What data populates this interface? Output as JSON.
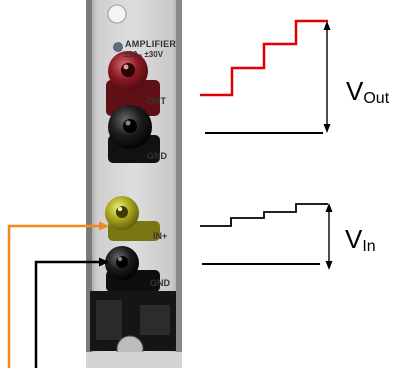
{
  "panel": {
    "title": "AMPLIFIER",
    "range": "±10 - ±30V",
    "terminals": [
      {
        "label": "OUT",
        "color": "#8b1a22"
      },
      {
        "label": "GND",
        "color": "#161616"
      },
      {
        "label": "IN+",
        "color": "#a9a51f"
      },
      {
        "label": "GND",
        "color": "#161616"
      }
    ]
  },
  "signals": {
    "vout": {
      "symbol": "V",
      "subscript": "Out",
      "color": "#e00000"
    },
    "vin": {
      "symbol": "V",
      "subscript": "In",
      "color": "#000000"
    }
  },
  "wires": {
    "in_plus_color": "#f08a1c",
    "gnd_color": "#000000"
  }
}
